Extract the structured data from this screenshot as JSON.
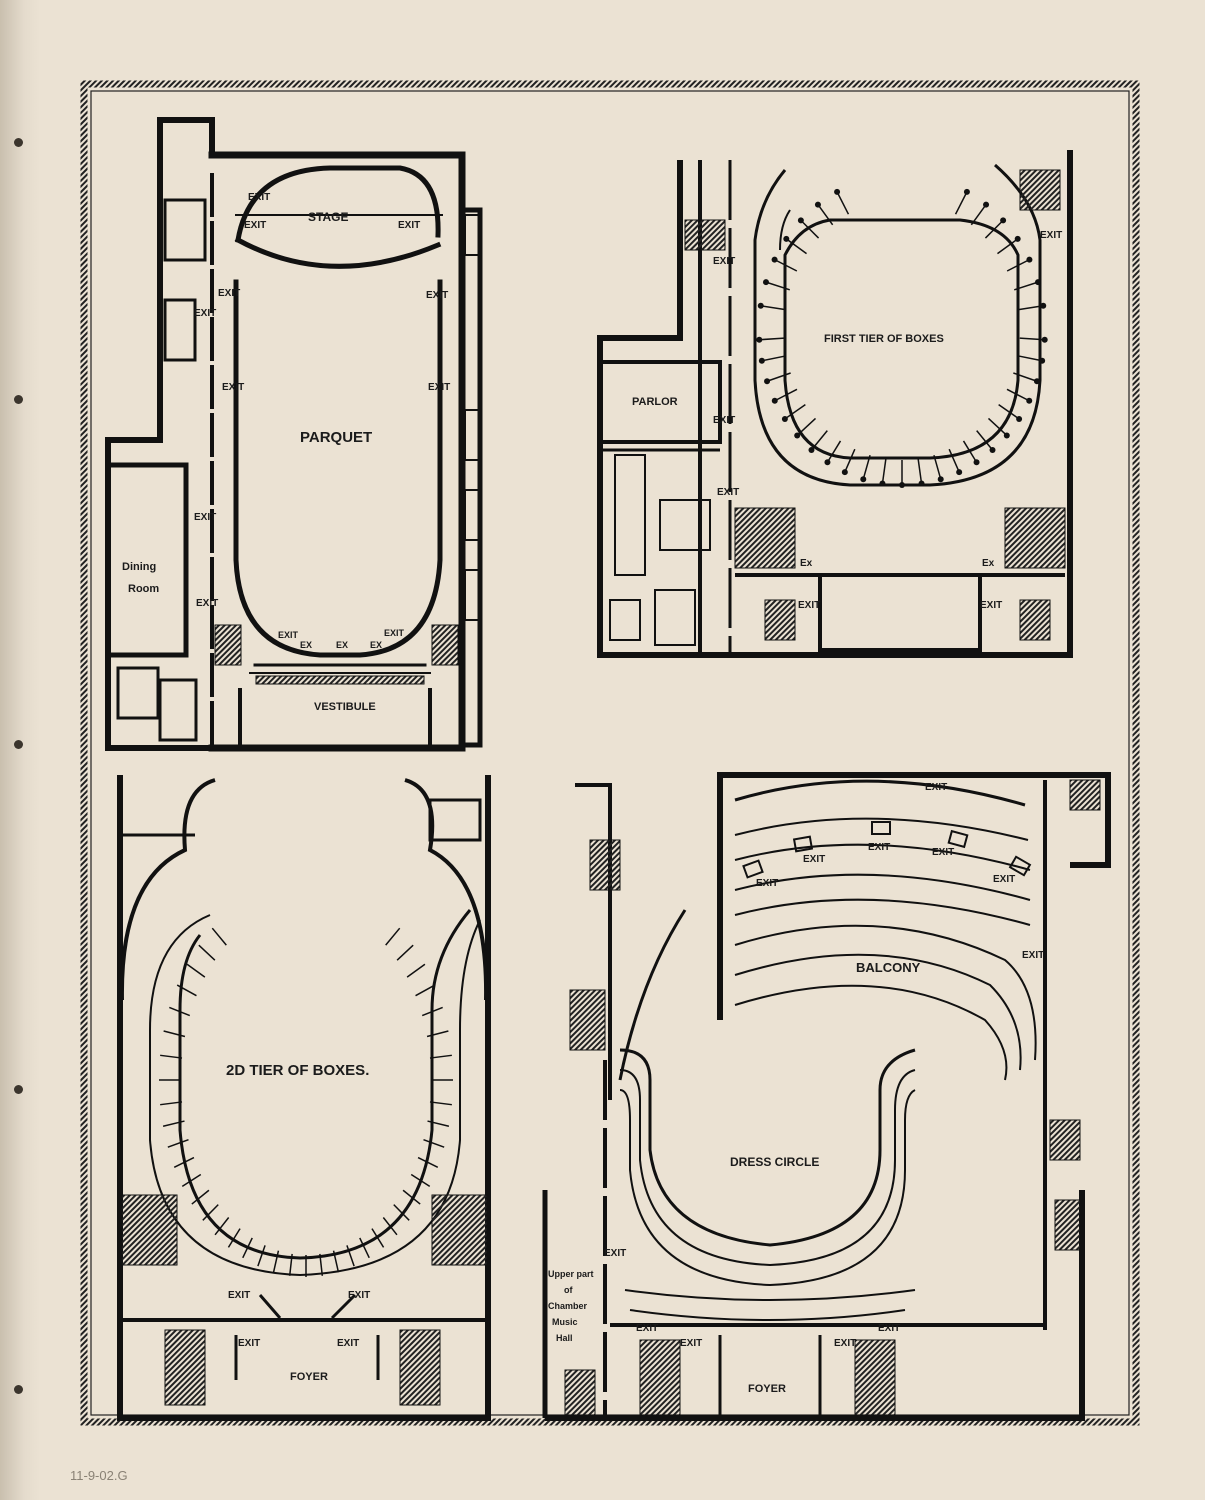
{
  "plans": {
    "parquet": {
      "title": "PARQUET",
      "stage": "STAGE",
      "dining_room_line1": "Dining",
      "dining_room_line2": "Room",
      "vestibule": "VESTIBULE",
      "exit": "EXIT",
      "ex": "EX"
    },
    "first_tier": {
      "title": "FIRST TIER OF BOXES",
      "parlor": "PARLOR",
      "exit": "EXIT",
      "ex": "Ex"
    },
    "second_tier": {
      "title": "2D TIER OF BOXES.",
      "foyer": "FOYER",
      "exit": "EXIT"
    },
    "balcony_dress": {
      "balcony": "BALCONY",
      "dress_circle": "DRESS CIRCLE",
      "foyer": "FOYER",
      "exit": "EXIT",
      "chamber_line1": "Upper part",
      "chamber_line2": "of",
      "chamber_line3": "Chamber",
      "chamber_line4": "Music",
      "chamber_line5": "Hall"
    }
  },
  "pencil_note": "11-9-02.G"
}
